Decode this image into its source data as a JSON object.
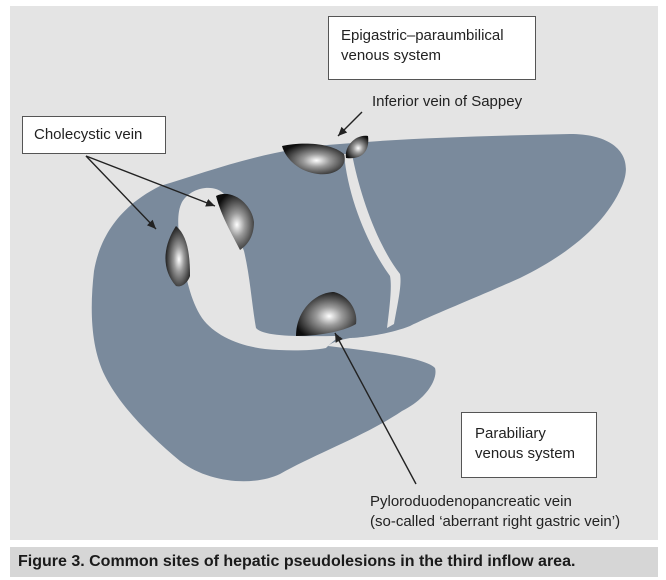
{
  "labels": {
    "epigastric_paraumbilical": {
      "line1": "Epigastric–paraumbilical",
      "line2": "venous system"
    },
    "inferior_vein_sappey": "Inferior vein of Sappey",
    "cholecystic_vein": "Cholecystic vein",
    "parabiliary": {
      "line1": "Parabiliary",
      "line2": "venous system"
    },
    "pyloroduodenopancreatic": {
      "line1": "Pyloroduodenopancreatic vein",
      "line2": "(so-called ‘aberrant right gastric vein’)"
    }
  },
  "caption": "Figure 3. Common sites of hepatic pseudolesions in the third inflow area.",
  "colors": {
    "liver": "#7a8a9c",
    "background": "#e4e4e4",
    "caption_bg": "#d6d6d6"
  }
}
